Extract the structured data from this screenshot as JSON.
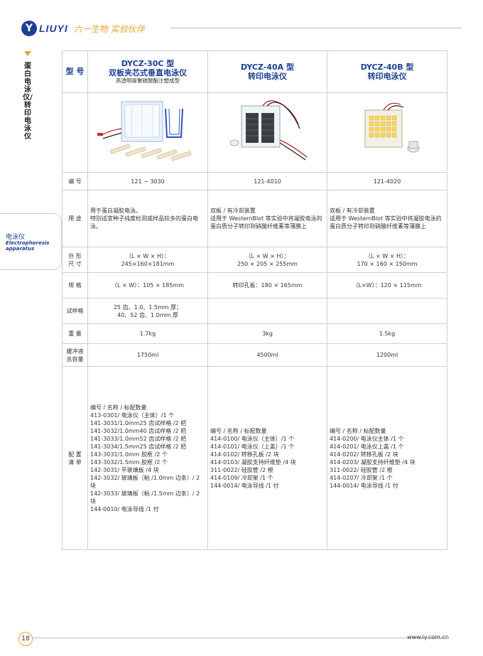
{
  "header": {
    "logo_mark": "Y",
    "logo_word": "LIUYI",
    "slogan": "六一生物 实验伙伴"
  },
  "side": {
    "vertical_title": "蛋白电泳仪/转印电泳仪",
    "tab_cn": "电泳仪",
    "tab_en": "Electrophoresis apparatus"
  },
  "table": {
    "labels": {
      "model": "型 号",
      "code": "编 号",
      "use": "用 途",
      "dims": "外 形\n尺 寸",
      "spec": "规 格",
      "comb": "试样格",
      "weight": "重 量",
      "buffer": "缓冲液\n总容量",
      "config": "配 置\n清 单"
    },
    "columns": [
      {
        "title_line1": "DYCZ-30C 型",
        "title_line2": "双板夹芯式垂直电泳仪",
        "subtitle": "高透明度聚碳酸酯注塑成型",
        "code": "121 − 3030",
        "use_lines": [
          "用于蛋白凝胶电泳。",
          "特别适宜种子纯度检测或样品较多的蛋白电泳。"
        ],
        "dims_line1": "（L × W × H）：",
        "dims_line2": "245×160×181mm",
        "spec": "（L × W）：105 × 185mm",
        "comb_line1": "25 齿、1.0、1.5mm 厚；",
        "comb_line2": "40、52 齿、1.0mm 厚",
        "weight": "1.7kg",
        "buffer": "1750ml",
        "config": [
          "编号 / 名称 / 标配数量",
          "413-0301/ 电泳仪（主体）/1 个",
          "141-3031/1.0mm25 齿试样格 /2 把",
          "141-3032/1.0mm40 齿试样格 /2 把",
          "141-3033/1.0mm52 齿试样格 /2 把",
          "141-3034/1.5mm25 齿试样格 /2 把",
          "143-3031/1.0mm 胶框 /2 个",
          "143-3032/1.5mm 胶框 /2 个",
          "142-3031/ 平玻璃板 /4 块",
          "142-3032/ 玻璃板（粘 /1.0mm 边条）/ 2 块",
          "142-3033/ 玻璃板（粘 /1.5mm 边条）/ 2 块",
          "144-0010/ 电泳导线 /1 付"
        ]
      },
      {
        "title_line1": "DYCZ-40A 型",
        "title_line2": "转印电泳仪",
        "subtitle": "",
        "code": "121-4010",
        "use_lines": [
          "双板 / 有冷却装置",
          "适用于 WesternBlot 等实验中将凝胶电泳的蛋白质分子转印到硝酸纤维素等薄膜上"
        ],
        "dims_line1": "（L × W × H）：",
        "dims_line2": "250 × 205 × 255mm",
        "spec": "转印孔板：180 × 165mm",
        "comb_line1": "",
        "comb_line2": "",
        "weight": "3kg",
        "buffer": "4500ml",
        "config": [
          "编号 / 名称 / 标配数量",
          "414-0100/ 电泳仪（主体）/1 个",
          "414-0101/ 电泳仪（上盖）/1 个",
          "414-0102/ 转移孔板 /2 块",
          "414-0103/ 凝胶支持纤维垫 /4 块",
          "311-0022/ 硅胶管 /2 根",
          "414-0109/ 冷却架 /1 个",
          "144-0014/ 电泳导线 /1 付"
        ]
      },
      {
        "title_line1": "DYCZ-40B 型",
        "title_line2": "转印电泳仪",
        "subtitle": "",
        "code": "121-4020",
        "use_lines": [
          "双板 / 有冷却装置",
          "适用于 WesternBlot 等实验中将凝胶电泳的蛋白质分子转印到硝酸纤维素等薄膜上"
        ],
        "dims_line1": "（L × W × H）：",
        "dims_line2": "170 × 160 × 150mm",
        "spec": "（L×W）：120 × 115mm",
        "comb_line1": "",
        "comb_line2": "",
        "weight": "1.5kg",
        "buffer": "1200ml",
        "config": [
          "编号 / 名称 / 标配数量",
          "414-0200/ 电泳仪主体 /1 个",
          "414-0201/ 电泳仪上盖 /1 个",
          "414-0202/ 转移孔板 /2 块",
          "414-0203/ 凝胶支持纤维垫 /4 块",
          "311-0022/ 硅胶管 /2 根",
          "414-0207/ 冷却架 /1 个",
          "144-0014/ 电泳导线 /1 付"
        ]
      }
    ]
  },
  "footer": {
    "page": "18",
    "url": "www.ly.com.cn"
  },
  "colors": {
    "brand_blue": "#1c3f93",
    "accent_orange": "#e8a234",
    "border": "#cfcfcf"
  }
}
